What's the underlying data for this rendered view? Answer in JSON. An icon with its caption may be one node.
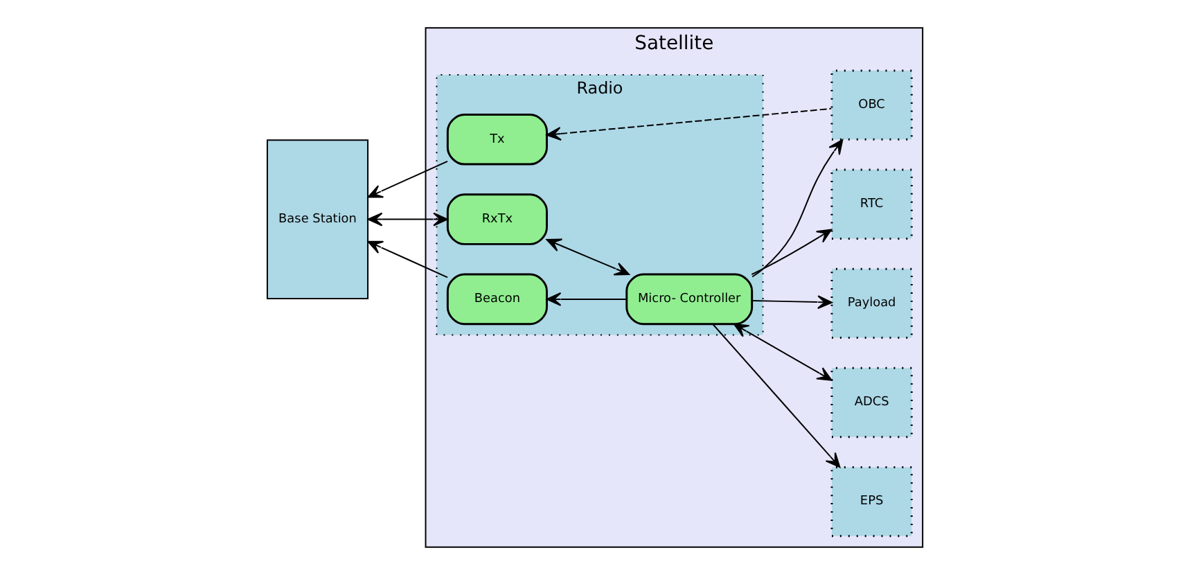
{
  "diagram": {
    "nodes": [
      {
        "text": [
          "Base Station"
        ]
      },
      {
        "text": [
          "Satellite"
        ]
      },
      {
        "text": [
          "Radio"
        ],
        "in": 1
      },
      {
        "text": [
          "RxTx"
        ],
        "in": 2
      },
      {
        "text": [
          "Beacon"
        ],
        "in": 2
      },
      {
        "text": [
          "Tx"
        ],
        "in": 2
      },
      {
        "text": [
          "Micro- Controller"
        ],
        "in": 2
      },
      {
        "text": [
          "Payload"
        ],
        "in": 1
      },
      {
        "text": [
          "EPS"
        ],
        "in": 1
      },
      {
        "text": [
          "ADCS"
        ],
        "in": 1
      },
      {
        "text": [
          "OBC"
        ],
        "in": 1
      },
      {
        "text": [
          "RTC"
        ],
        "in": 1
      }
    ],
    "edges": [
      {
        "from": 0,
        "to": 3,
        "arrow": "both"
      },
      {
        "from": 4,
        "to": 0,
        "arrow": "to"
      },
      {
        "from": 5,
        "to": 0,
        "arrow": "to"
      },
      {
        "from": 3,
        "to": 6,
        "arrow": "both"
      },
      {
        "from": 6,
        "to": 4,
        "arrow": "to"
      },
      {
        "from": 6,
        "to": 7,
        "arrow": "to"
      },
      {
        "from": 6,
        "to": 8,
        "arrow": "to"
      },
      {
        "from": 6,
        "to": 9,
        "arrow": "both"
      },
      {
        "from": 6,
        "to": 10,
        "arrow": "to"
      },
      {
        "from": 6,
        "to": 11,
        "arrow": "to"
      },
      {
        "from": 10,
        "to": 5,
        "arrow": "to",
        "style": "dashed"
      }
    ]
  }
}
